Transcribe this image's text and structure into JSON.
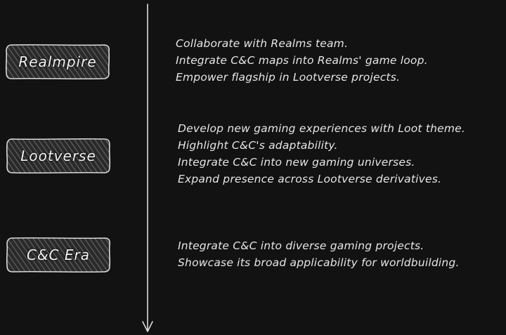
{
  "stages": [
    {
      "label": "Realmpire",
      "lines": [
        "Collaborate with Realms team.",
        "Integrate C&C maps into Realms' game loop.",
        "Empower flagship in Lootverse projects."
      ]
    },
    {
      "label": "Lootverse",
      "lines": [
        "Develop new gaming experiences with Loot theme.",
        "Highlight C&C's adaptability.",
        "Integrate C&C into new gaming universes.",
        "Expand presence across Lootverse derivatives."
      ]
    },
    {
      "label": "C&C Era",
      "lines": [
        "Integrate C&C into diverse gaming projects.",
        "Showcase its broad applicability for worldbuilding."
      ]
    }
  ],
  "colors": {
    "background": "#121212",
    "stroke": "#dcdcdc",
    "box_fill": "#3a3a3a",
    "text": "#e6e6e6"
  }
}
